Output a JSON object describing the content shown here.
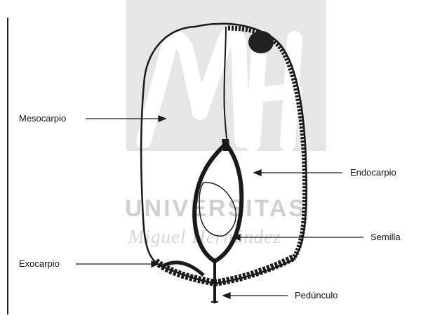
{
  "labels": {
    "mesocarpio": "Mesocarpio",
    "endocarpio": "Endocarpio",
    "semilla": "Semilla",
    "exocarpio": "Exocarpio",
    "pedunculo": "Pedúnculo"
  },
  "watermark": {
    "monogram": "MH",
    "line1": "UNIVERSITAS",
    "line2": "Miguel Hernández"
  },
  "colors": {
    "ink": "#111111",
    "watermark": "#d0d0d0",
    "background": "#ffffff"
  }
}
